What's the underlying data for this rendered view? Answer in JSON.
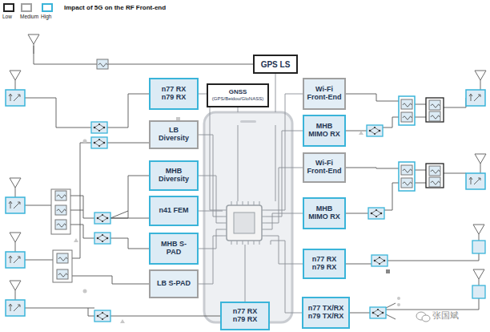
{
  "diagram": {
    "title": "Impact of 5G on the RF Front-end",
    "nodes": [
      {
        "text": [
          "GPS LS"
        ]
      },
      {
        "text": [
          "n77 RX n79 RX"
        ]
      },
      {
        "text": [
          "GNSS",
          "(GPS/Beidou/GloNASS)"
        ]
      },
      {
        "text": [
          "Wi-Fi Front-End"
        ]
      },
      {
        "text": [
          "MHB MIMO RX"
        ]
      },
      {
        "text": [
          "LB Diversity"
        ]
      },
      {
        "text": [
          "MHB Diversity"
        ]
      },
      {
        "text": [
          "Wi-Fi Front-End"
        ]
      },
      {
        "text": [
          "n41 FEM"
        ]
      },
      {
        "text": [
          "MHB MIMO RX"
        ]
      },
      {
        "text": [
          "MHB S-PAD"
        ]
      },
      {
        "text": [
          "n77 RX n79 RX"
        ]
      },
      {
        "text": [
          "LB S-PAD"
        ]
      },
      {
        "text": [
          "n77 RX n79 RX"
        ]
      },
      {
        "text": [
          "n77 TX/RX n79 TX/RX"
        ]
      }
    ],
    "labels": [
      "张国斌"
    ],
    "legend": [
      {
        "text": "Low",
        "color": "#222222"
      },
      {
        "text": "Medium",
        "color": "#a0a0a0"
      },
      {
        "text": "High",
        "color": "#3ab4d9"
      }
    ]
  }
}
